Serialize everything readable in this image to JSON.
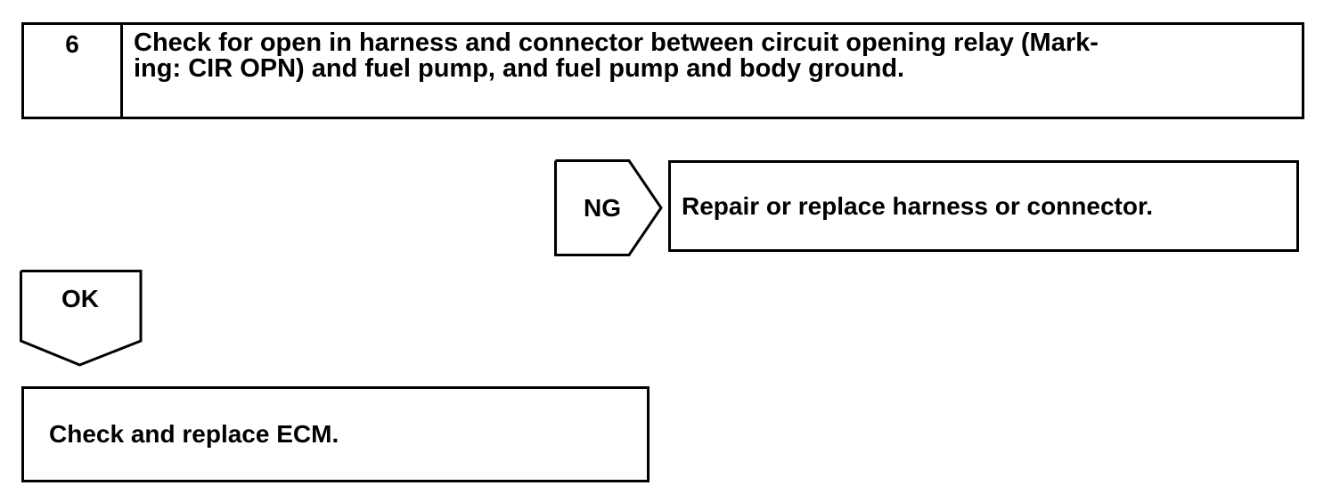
{
  "step": {
    "number": "6",
    "text": "Check for open in harness and connector between circuit opening relay (Mark-\ning: CIR OPN) and fuel pump, and fuel pump and body ground."
  },
  "ng_branch": {
    "label": "NG",
    "result": "Repair or replace harness or connector."
  },
  "ok_branch": {
    "label": "OK",
    "result": "Check and replace ECM."
  }
}
